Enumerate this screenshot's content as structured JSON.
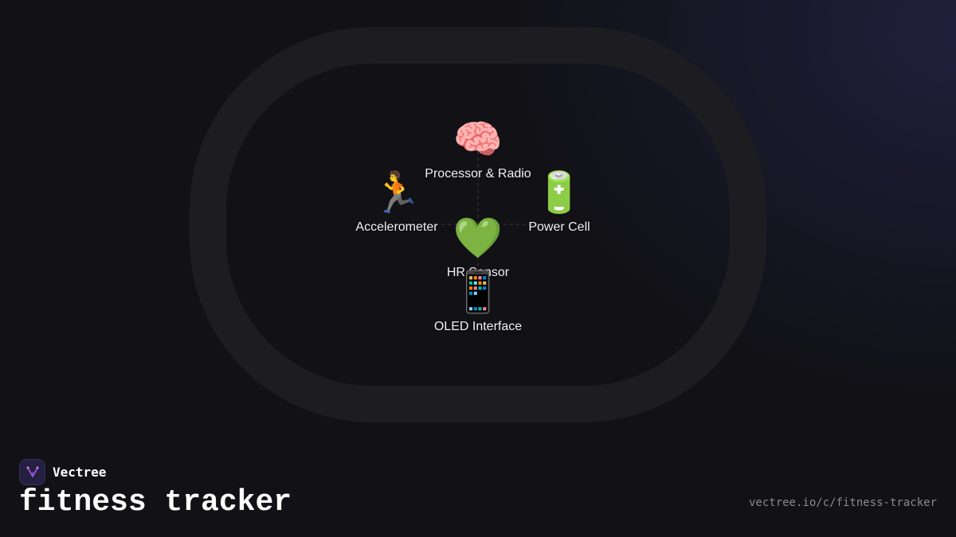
{
  "diagram": {
    "nodes": [
      {
        "id": "processor",
        "emoji": "🧠",
        "emoji_name": "brain-icon",
        "label": "Processor & Radio"
      },
      {
        "id": "accelerometer",
        "emoji": "🏃",
        "emoji_name": "runner-icon",
        "label": "Accelerometer"
      },
      {
        "id": "power",
        "emoji": "🔋",
        "emoji_name": "battery-icon",
        "label": "Power Cell"
      },
      {
        "id": "hr",
        "emoji": "💚",
        "emoji_name": "green-heart-icon",
        "label": "HR Sensor"
      },
      {
        "id": "oled",
        "emoji": "📱",
        "emoji_name": "phone-icon",
        "label": "OLED Interface"
      }
    ],
    "edges": [
      {
        "from": "processor",
        "to": "hr"
      },
      {
        "from": "accelerometer",
        "to": "hr"
      },
      {
        "from": "power",
        "to": "hr"
      },
      {
        "from": "hr",
        "to": "oled"
      }
    ]
  },
  "footer": {
    "brand": "Vectree",
    "title": "fitness tracker",
    "url": "vectree.io/c/fitness-tracker"
  },
  "colors": {
    "background": "#111116",
    "ring": "#1c1c21",
    "connector": "#3a3a40",
    "logo_accent": "#b04fd8"
  }
}
